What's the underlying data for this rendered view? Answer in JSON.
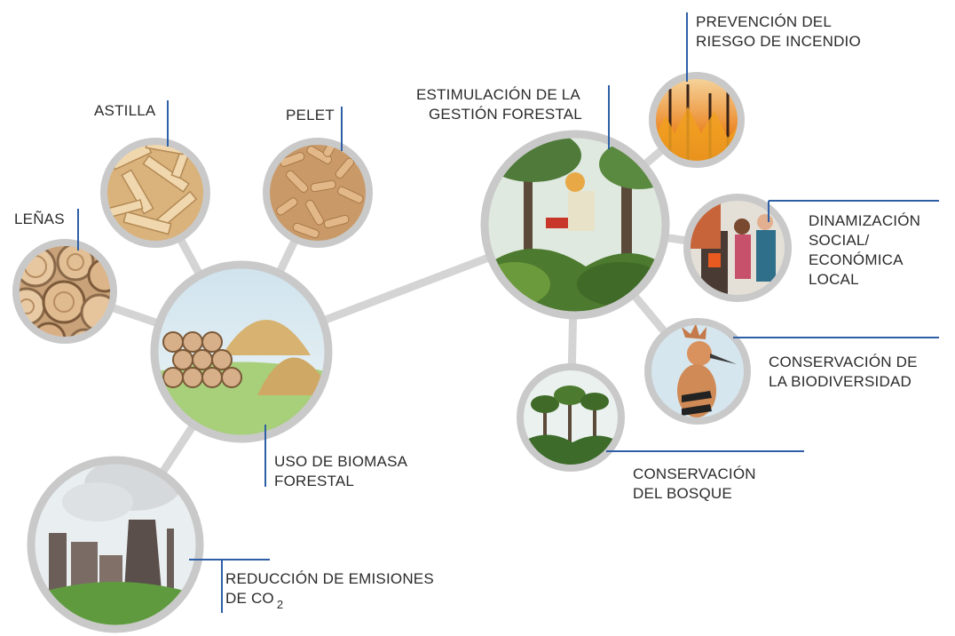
{
  "colors": {
    "connector": "#d4d4d4",
    "ring": "#c9c9c9",
    "leader": "#2e5fa6",
    "text": "#2b2b2b"
  },
  "nodes": {
    "lenas": {
      "label": "LEÑAS",
      "icon": "log-ends-icon"
    },
    "astilla": {
      "label": "ASTILLA",
      "icon": "wood-chips-icon"
    },
    "pelet": {
      "label": "PELET",
      "icon": "pellets-icon"
    },
    "biomasa": {
      "label_line1": "USO DE BIOMASA",
      "label_line2": "FORESTAL",
      "icon": "biomass-piles-icon"
    },
    "emisiones": {
      "label_line1": "REDUCCIÓN DE EMISIONES",
      "label_line2_prefix": "DE CO",
      "label_line2_sub": "2",
      "icon": "power-plant-icon"
    },
    "gestion": {
      "label_line1": "ESTIMULACIÓN DE LA",
      "label_line2": "GESTIÓN FORESTAL",
      "icon": "forest-worker-icon"
    },
    "incendio": {
      "label_line1": "PREVENCIÓN DEL",
      "label_line2": "RIESGO DE INCENDIO",
      "icon": "forest-fire-icon"
    },
    "social": {
      "label_line1": "DINAMIZACIÓN",
      "label_line2": "SOCIAL/",
      "label_line3": "ECONÓMICA",
      "label_line4": "LOCAL",
      "icon": "people-stove-icon"
    },
    "biodiversidad": {
      "label_line1": "CONSERVACIÓN DE",
      "label_line2": "LA BIODIVERSIDAD",
      "icon": "hoopoe-bird-icon"
    },
    "bosque": {
      "label_line1": "CONSERVACIÓN",
      "label_line2": "DEL BOSQUE",
      "icon": "forest-trees-icon"
    }
  }
}
